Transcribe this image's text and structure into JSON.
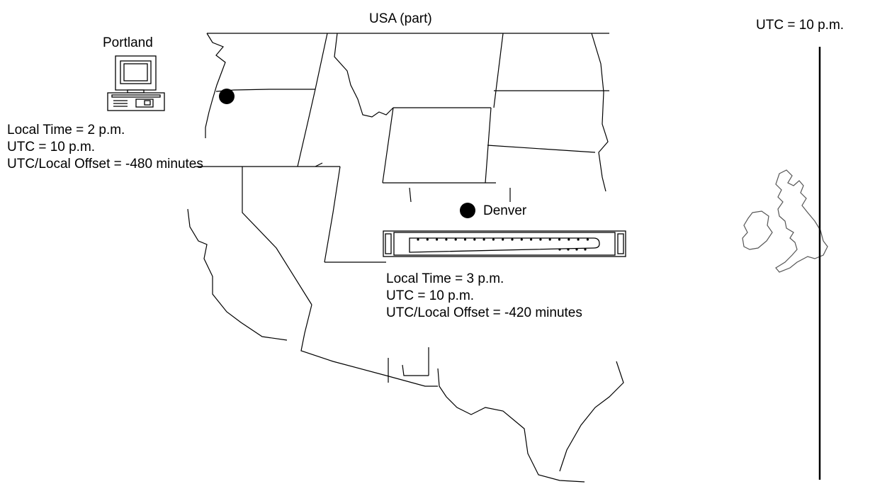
{
  "title": "USA (part)",
  "utc_reference": {
    "label": "UTC = 10 p.m."
  },
  "portland": {
    "name": "Portland",
    "device": "computer-icon",
    "local_time": "Local Time = 2 p.m.",
    "utc": "UTC = 10 p.m.",
    "offset": "UTC/Local Offset = -480 minutes"
  },
  "denver": {
    "name": "Denver",
    "device": "rack-server-icon",
    "local_time": "Local Time = 3 p.m.",
    "utc": "UTC = 10 p.m.",
    "offset": "UTC/Local Offset = -420 minutes"
  },
  "colors": {
    "ink": "#000000",
    "map_outline": "#000000",
    "uk_outline": "#555555"
  }
}
